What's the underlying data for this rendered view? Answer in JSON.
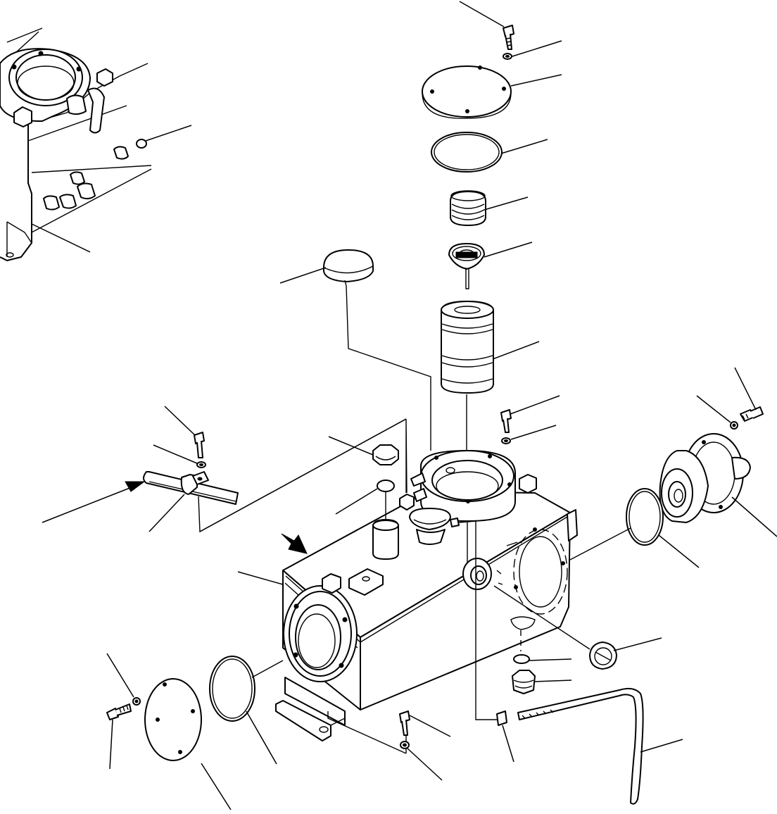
{
  "figure": {
    "colors": {
      "ink": "#000000",
      "paper": "#ffffff"
    },
    "parts": [
      "tank-body",
      "inset-tank-view",
      "top-bolt",
      "top-washer",
      "top-cover",
      "cover-o-ring",
      "spring",
      "valve-element",
      "filter-element",
      "breather-cap",
      "filler-flange",
      "flange-bolt",
      "flange-washer",
      "drain-plug",
      "plug-seal",
      "collar",
      "filler-strainer",
      "side-bolt",
      "side-washer",
      "side-adapter",
      "adapter-o-ring",
      "front-cover",
      "front-o-ring",
      "front-bolt",
      "front-washer",
      "bottom-bolt",
      "bottom-washer",
      "side-plug",
      "plug-o-ring",
      "elbow-fitting",
      "hose",
      "hose-clamp",
      "clamp-bolt",
      "clamp-washer",
      "pipe",
      "direction-arrow",
      "view-arrow"
    ]
  }
}
